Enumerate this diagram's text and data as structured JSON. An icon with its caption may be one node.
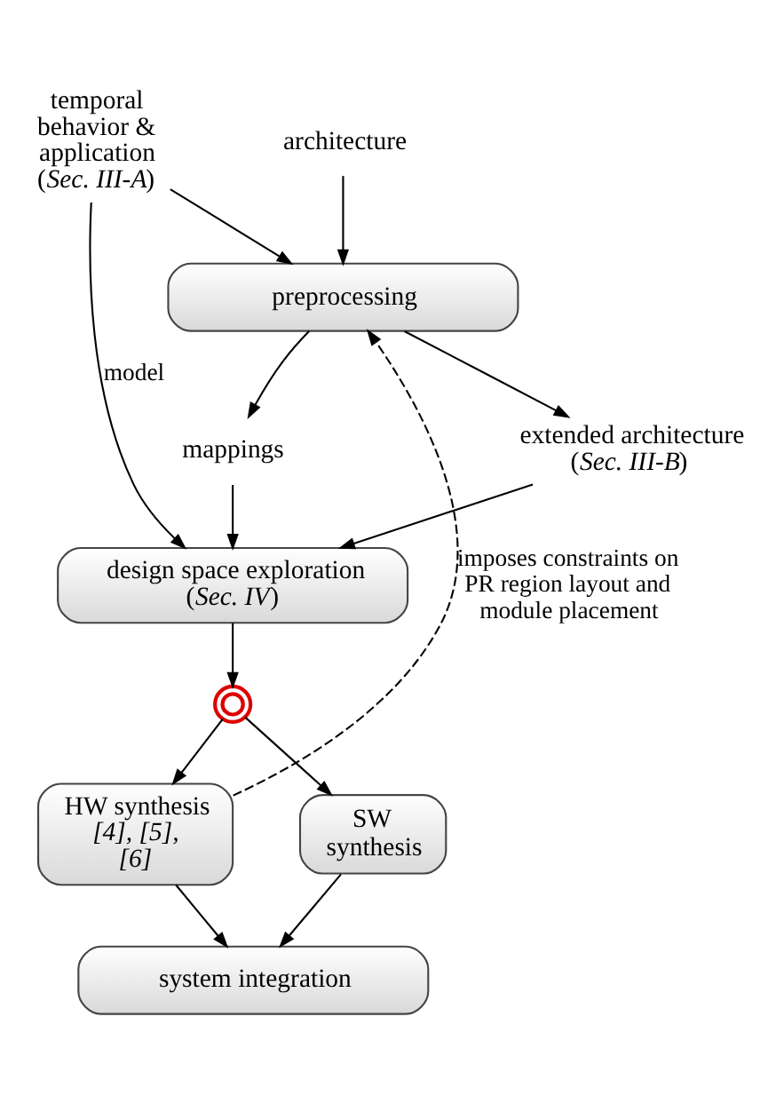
{
  "diagram": {
    "nodes": [
      {
        "text": [
          "temporal behavior & application (*Sec. III-A*)"
        ]
      },
      {
        "text": [
          "architecture"
        ]
      },
      {
        "text": [
          "preprocessing"
        ]
      },
      {
        "text": [
          "mappings"
        ]
      },
      {
        "text": [
          "extended architecture (*Sec. III-B*)"
        ]
      },
      {
        "text": [
          "design space exploration (*Sec. IV*)"
        ]
      },
      {
        "text": [],
        "shape": "picture"
      },
      {
        "text": [
          "SW synthesis"
        ]
      },
      {
        "text": [
          "HW synthesis *[4], [5], [6]*"
        ]
      },
      {
        "text": [
          "system integration"
        ]
      }
    ],
    "edges": [
      {
        "from": 0,
        "to": 2,
        "arrow": "to"
      },
      {
        "from": 1,
        "to": 2,
        "arrow": "to"
      },
      {
        "from": 2,
        "to": 3,
        "arrow": "to"
      },
      {
        "from": 2,
        "to": 4,
        "arrow": "to"
      },
      {
        "from": 0,
        "to": 5,
        "arrow": "to",
        "label": "model"
      },
      {
        "from": 3,
        "to": 5,
        "arrow": "to"
      },
      {
        "from": 4,
        "to": 5,
        "arrow": "to"
      },
      {
        "from": 5,
        "to": 6,
        "arrow": "to"
      },
      {
        "from": 6,
        "to": 7,
        "arrow": "to"
      },
      {
        "from": 6,
        "to": 8,
        "arrow": "to"
      },
      {
        "from": 7,
        "to": 9,
        "arrow": "to"
      },
      {
        "from": 8,
        "to": 9,
        "arrow": "to"
      },
      {
        "from": 8,
        "to": 2,
        "arrow": "to",
        "style": "dashed",
        "label": "imposes constraints on PR region layout and module placement"
      }
    ]
  }
}
